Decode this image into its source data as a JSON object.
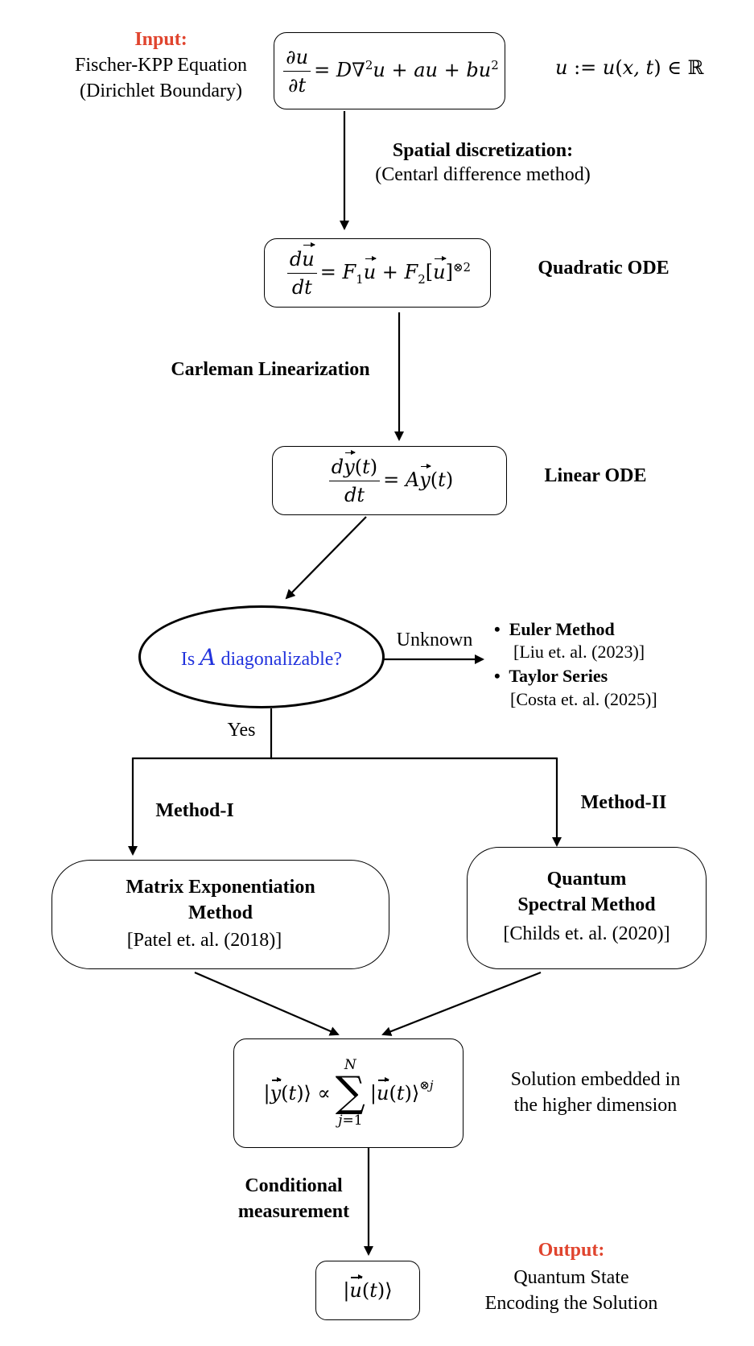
{
  "input": {
    "title": "Input:",
    "line1": "Fischer-KPP Equation",
    "line2": "(Dirichlet Boundary)"
  },
  "equations": {
    "pde": "∂u/∂t = D∇²u + au + bu²",
    "domain": "u := u(x, t) ∈ ℝ",
    "quadratic_ode": "du⃗/dt = F₁u⃗ + F₂[u⃗]^⊗2",
    "linear_ode": "dy⃗(t)/dt = Ay⃗(t)",
    "embedding": "|y⃗(t)⟩ ∝ Σ_{j=1}^{N} |u⃗(t)⟩^⊗j",
    "output_state": "|u⃗(t)⟩"
  },
  "steps": {
    "spatial_title": "Spatial discretization:",
    "spatial_sub": "(Centarl difference method)",
    "quadratic_label": "Quadratic ODE",
    "carleman": "Carleman Linearization",
    "linear_label": "Linear ODE",
    "decision_prefix": "Is",
    "decision_var": "A",
    "decision_suffix": "diagonalizable?",
    "unknown": "Unknown",
    "yes": "Yes",
    "method1_label": "Method-I",
    "method2_label": "Method-II",
    "conditional_line1": "Conditional",
    "conditional_line2": "measurement",
    "embedding_line1": "Solution embedded in",
    "embedding_line2": "the higher dimension"
  },
  "alternatives": [
    {
      "name": "Euler Method",
      "ref": "[Liu et. al. (2023)]"
    },
    {
      "name": "Taylor Series",
      "ref": "[Costa et. al. (2025)]"
    }
  ],
  "methods": {
    "method1": {
      "title1": "Matrix Exponentiation",
      "title2": "Method",
      "ref": "[Patel et. al. (2018)]"
    },
    "method2": {
      "title1": "Quantum",
      "title2": "Spectral Method",
      "ref": "[Childs et. al. (2020)]"
    }
  },
  "output": {
    "title": "Output:",
    "line1": "Quantum State",
    "line2": "Encoding the Solution"
  },
  "colors": {
    "input_output_title": "#e0442e",
    "decision_text": "#2233dd"
  }
}
